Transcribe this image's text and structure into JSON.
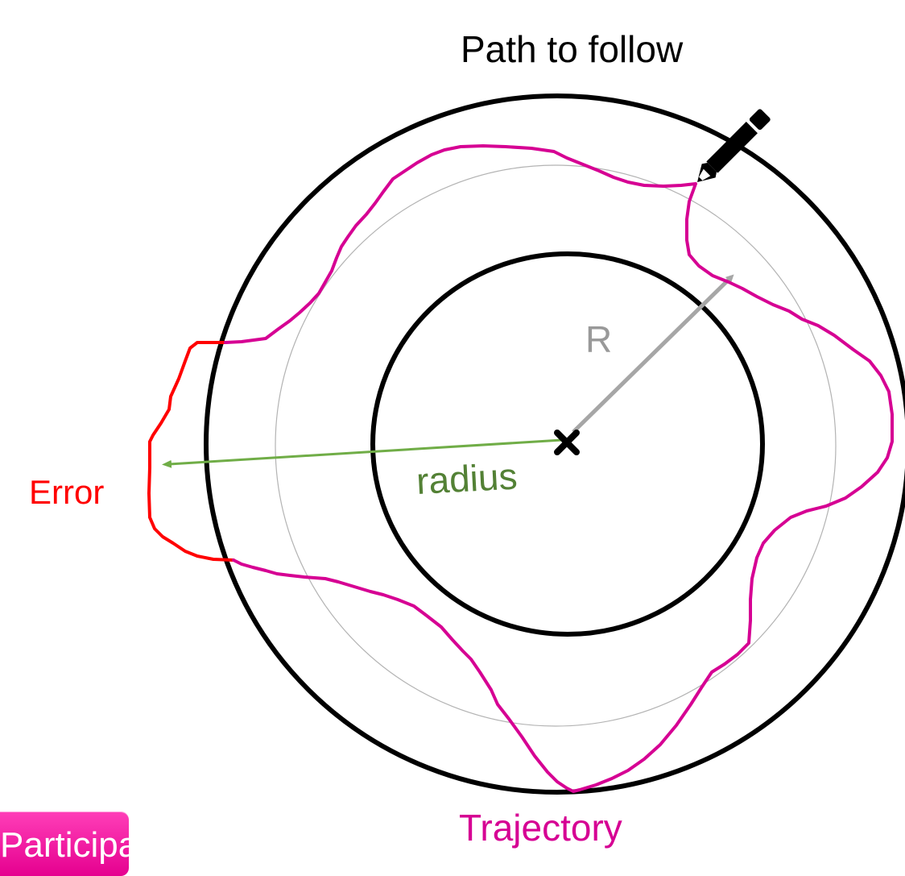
{
  "labels": {
    "title": "Path to follow",
    "r": "R",
    "radius": "radius",
    "error": "Error",
    "trajectory": "Trajectory",
    "participant_button": "Participant"
  },
  "colors": {
    "path_circles": "#000000",
    "reference_circle": "#b3b3b3",
    "r_arrow": "#a6a6a6",
    "r_label": "#999999",
    "radius_arrow": "#70ad47",
    "radius_label": "#538135",
    "error": "#ff0000",
    "trajectory": "#d60093",
    "button": "#e5008f"
  },
  "icons": {
    "pen": "pen-icon",
    "center": "x-mark-icon"
  }
}
